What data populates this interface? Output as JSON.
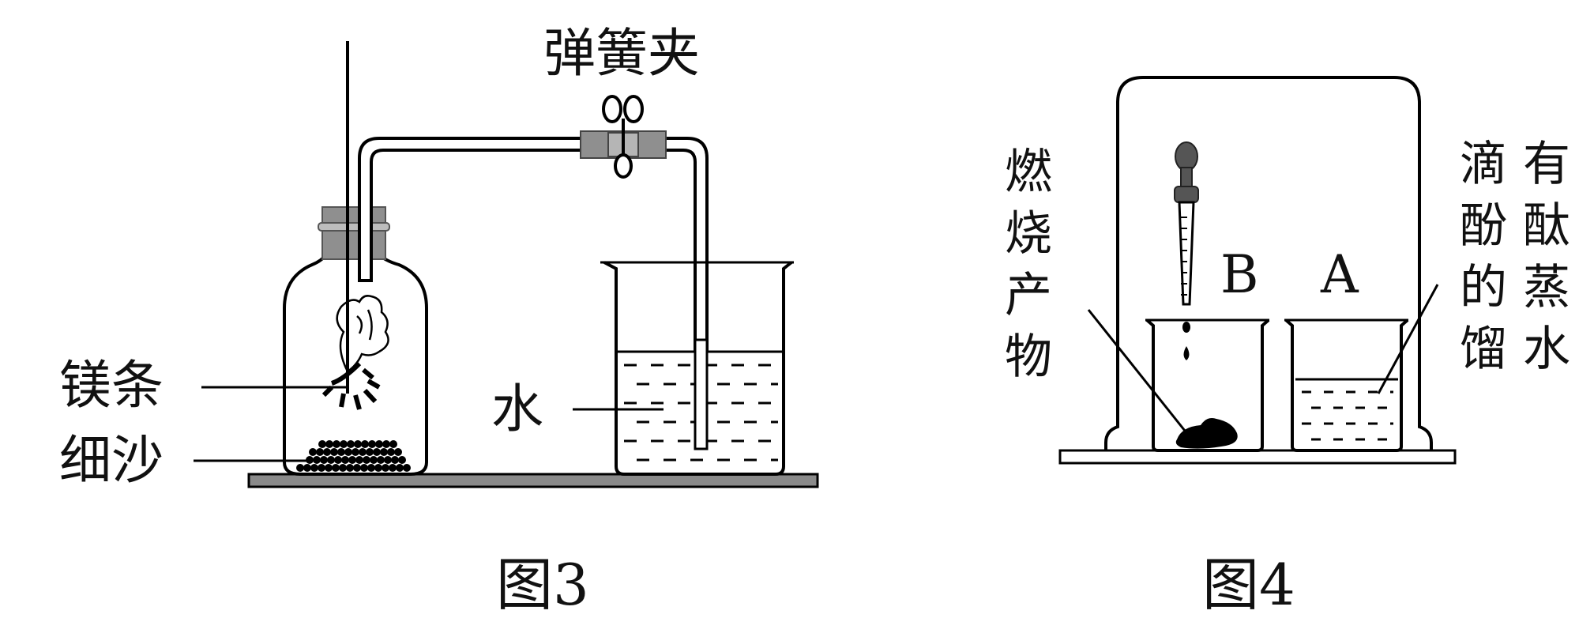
{
  "figure3": {
    "caption": "图3",
    "labels": {
      "clamp": "弹簧夹",
      "magnesium": "镁条",
      "sand": "细沙",
      "water": "水"
    }
  },
  "figure4": {
    "caption": "图4",
    "labels": {
      "beaker_b": "B",
      "beaker_a": "A",
      "product": [
        "燃",
        "烧",
        "产",
        "物"
      ],
      "solution_col1": [
        "滴",
        "酚",
        "的",
        "馏"
      ],
      "solution_col2": [
        "有",
        "酞",
        "蒸",
        "水"
      ]
    }
  }
}
